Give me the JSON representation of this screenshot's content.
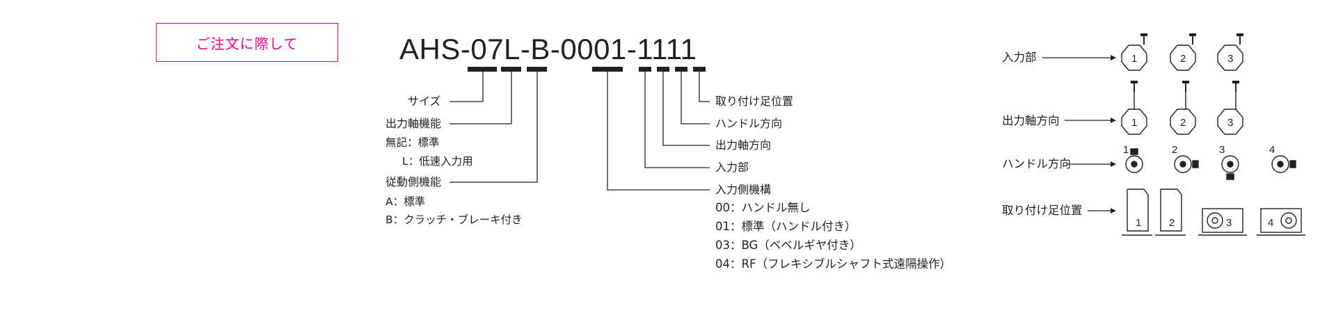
{
  "note_title": "ご注文に際して",
  "model_code": "AHS-07L-B-0001-1111",
  "left_labels": {
    "size": "サイズ",
    "output_shaft": "出力軸機能",
    "output_opt1": "無記：標準",
    "output_opt2": "L：低速入力用",
    "driven": "従動側機能",
    "driven_opt1": "A：標準",
    "driven_opt2": "B：クラッチ・ブレーキ付き"
  },
  "mid_labels": {
    "foot": "取り付け足位置",
    "handle": "ハンドル方向",
    "shaft_dir": "出力軸方向",
    "input": "入力部",
    "input_mech": "入力側機構",
    "opt_00": "00：ハンドル無し",
    "opt_01": "01：標準（ハンドル付き）",
    "opt_03": "03：BG（ベベルギヤ付き）",
    "opt_04": "04：RF（フレキシブルシャフト式遠隔操作）"
  },
  "right_panel": {
    "input": "入力部",
    "shaft_dir": "出力軸方向",
    "handle_dir": "ハンドル方向",
    "foot": "取り付け足位置",
    "numbers": [
      "1",
      "2",
      "3",
      "4"
    ]
  },
  "colors": {
    "accent": "#e4007f",
    "ink": "#231f20"
  }
}
